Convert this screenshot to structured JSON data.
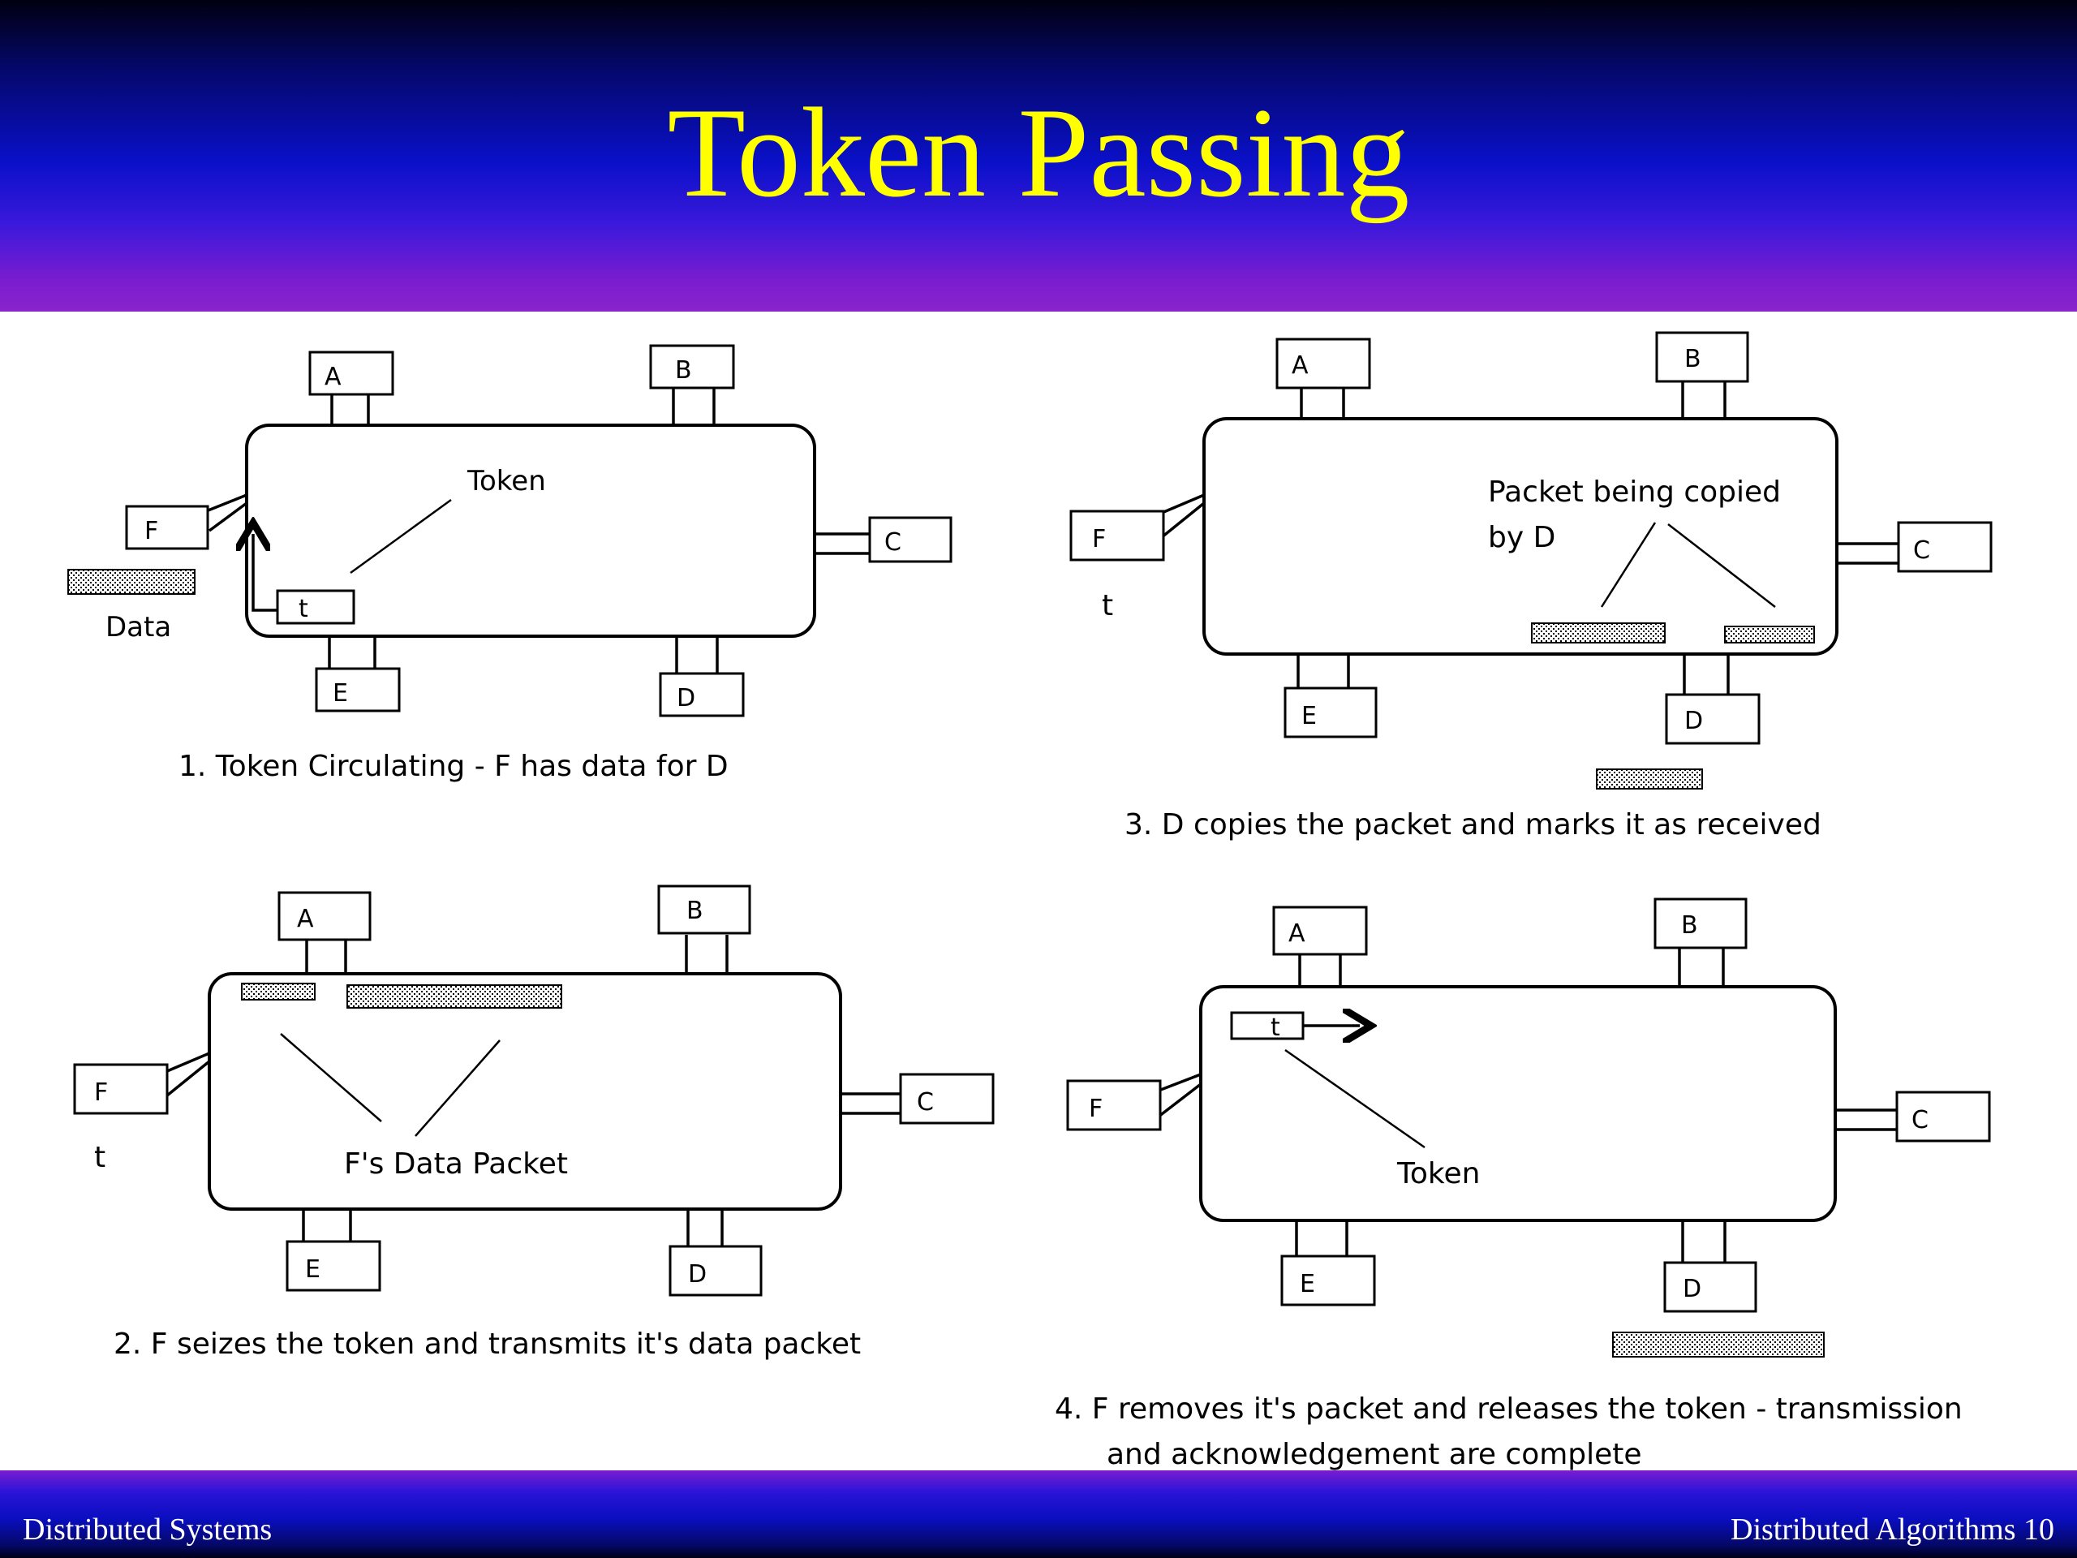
{
  "slide": {
    "title": "Token Passing",
    "footer_left": "Distributed Systems",
    "footer_right": "Distributed Algorithms  10"
  },
  "nodes": [
    "A",
    "B",
    "C",
    "D",
    "E",
    "F"
  ],
  "panels": [
    {
      "id": "panel-1",
      "caption": "1.  Token Circulating - F has data for D",
      "labels": {
        "token": "Token",
        "token_box": "t",
        "data": "Data"
      }
    },
    {
      "id": "panel-2",
      "caption": "2.  F seizes the token and transmits it's data packet",
      "labels": {
        "packet": "F's Data Packet",
        "token_mark": "t"
      }
    },
    {
      "id": "panel-3",
      "caption": "3.  D copies the packet and marks it as received",
      "labels": {
        "copy_line1": "Packet being copied",
        "copy_line2": "by D",
        "token_mark": "t"
      }
    },
    {
      "id": "panel-4",
      "caption_line1": "4.  F removes it's packet and releases the token - transmission",
      "caption_line2": "and acknowledgement are complete",
      "labels": {
        "token": "Token",
        "token_box": "t"
      }
    }
  ]
}
